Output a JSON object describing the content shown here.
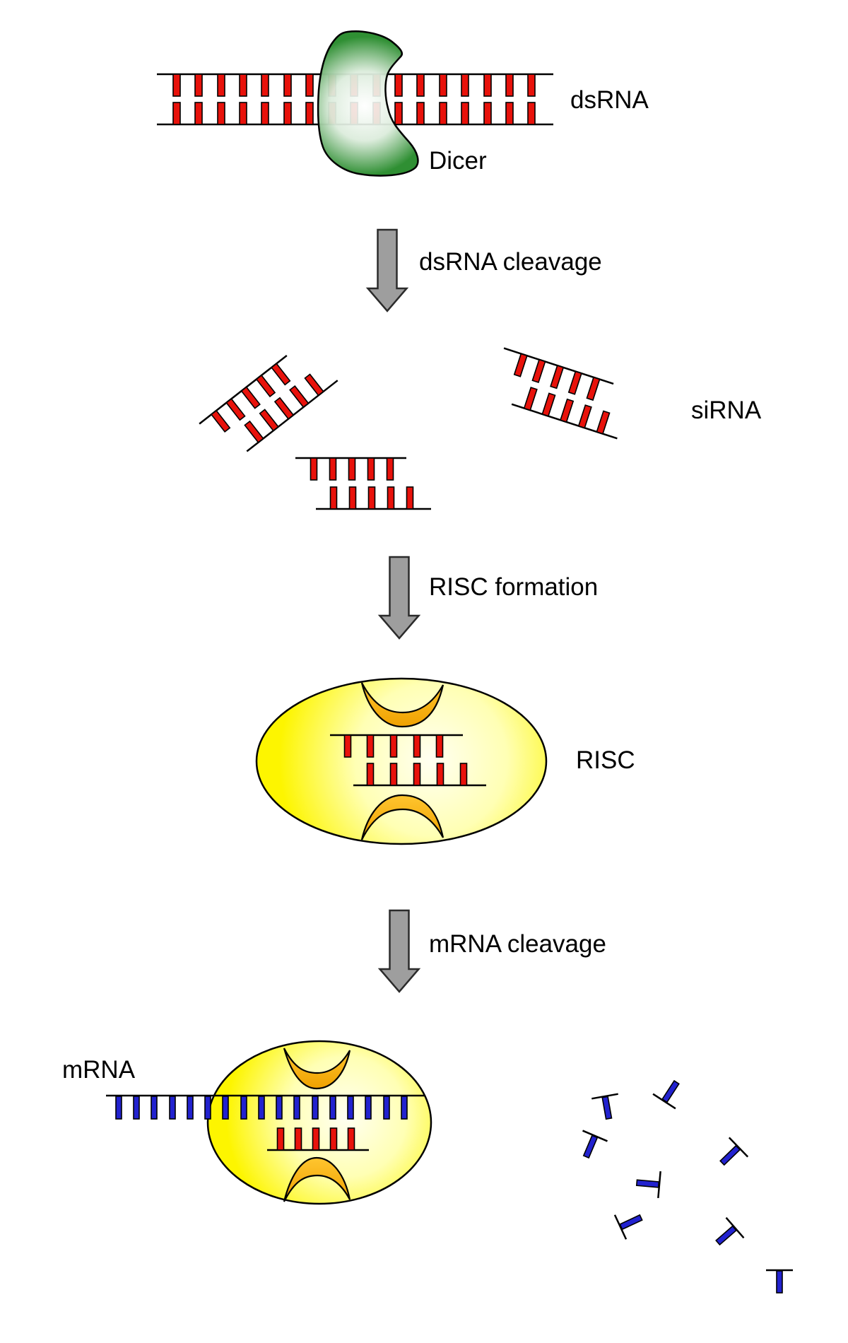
{
  "figure": {
    "title_hint": "RNA interference pathway diagram",
    "labels": {
      "dsrna": "dsRNA",
      "dicer": "Dicer",
      "step1": "dsRNA cleavage",
      "sirna": "siRNA",
      "step2": "RISC formation",
      "risc": "RISC",
      "step3": "mRNA cleavage",
      "mrna": "mRNA"
    },
    "colors": {
      "rna_red": "#E8120B",
      "mrna_blue": "#2222CF",
      "risc_yellow": "#FDF500",
      "crescent_orange": "#F2A70A",
      "dicer_green": "#2F8F33",
      "arrow_gray": "#9E9E9E",
      "outline": "#000000"
    },
    "icons": [
      {
        "name": "dicer-enzyme-icon",
        "shape": "green blob enzyme"
      },
      {
        "name": "down-arrow-icon",
        "shape": "gray block arrow",
        "count": 3
      },
      {
        "name": "risc-complex-icon",
        "shape": "yellow ellipse with two orange crescents",
        "count": 2
      },
      {
        "name": "sirna-duplex-icon",
        "shape": "short red base-pair ladder",
        "count": 3
      },
      {
        "name": "mrna-fragment-icon",
        "shape": "small blue T fragment",
        "count": 8
      }
    ]
  }
}
